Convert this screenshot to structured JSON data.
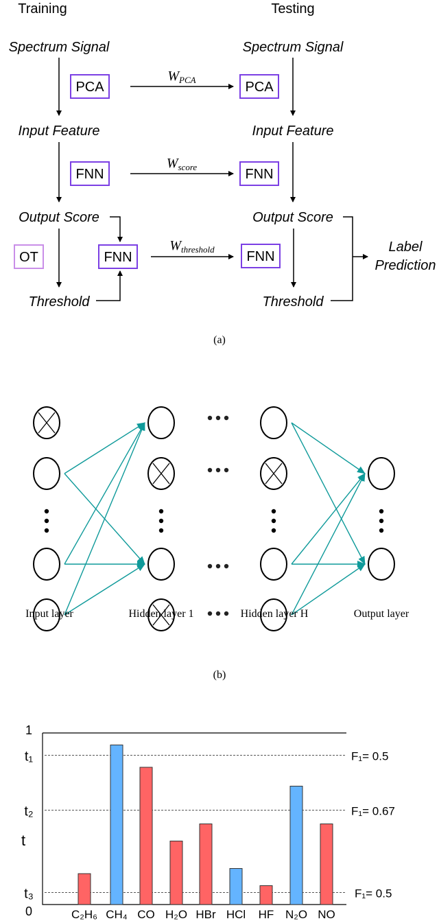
{
  "panel_a": {
    "training_title": "Training",
    "testing_title": "Testing",
    "spectrum_signal": "Spectrum Signal",
    "input_feature": "Input Feature",
    "output_score": "Output Score",
    "threshold": "Threshold",
    "pca": "PCA",
    "fnn": "FNN",
    "ot": "OT",
    "w": "W",
    "w_pca_sub": "PCA",
    "w_score_sub": "score",
    "w_threshold_sub": "threshold",
    "label_prediction_line1": "Label",
    "label_prediction_line2": "Prediction",
    "caption": "(a)",
    "box_color": "#7b3fe4",
    "ot_color": "#c98ee8"
  },
  "panel_b": {
    "input_layer": "Input layer",
    "hidden_layer_1": "Hidden layer 1",
    "hidden_layer_h": "Hidden layer H",
    "output_layer": "Output layer",
    "caption": "(b)",
    "arrow_color": "#0f9a9a"
  },
  "chart_data": {
    "type": "bar",
    "categories": [
      "C₂H₆",
      "CH₄",
      "CO",
      "H₂O",
      "HBr",
      "HCl",
      "HF",
      "N₂O",
      "NO"
    ],
    "values": [
      0.18,
      0.93,
      0.8,
      0.37,
      0.47,
      0.21,
      0.11,
      0.69,
      0.47
    ],
    "colors": [
      "#ff6464",
      "#64b4ff",
      "#ff6464",
      "#ff6464",
      "#ff6464",
      "#64b4ff",
      "#ff6464",
      "#64b4ff",
      "#ff6464"
    ],
    "ylabel": "t",
    "ylim": [
      0,
      1
    ],
    "yticks": [
      {
        "label": "1",
        "value": 1
      },
      {
        "label": "0",
        "value": 0
      }
    ],
    "thresholds": [
      {
        "label": "t₁",
        "value": 0.87,
        "annotation": "F₁= 0.5"
      },
      {
        "label": "t₂",
        "value": 0.55,
        "annotation": "F₁= 0.67"
      },
      {
        "label": "t₃",
        "value": 0.07,
        "annotation": "F₁= 0.5"
      }
    ]
  }
}
